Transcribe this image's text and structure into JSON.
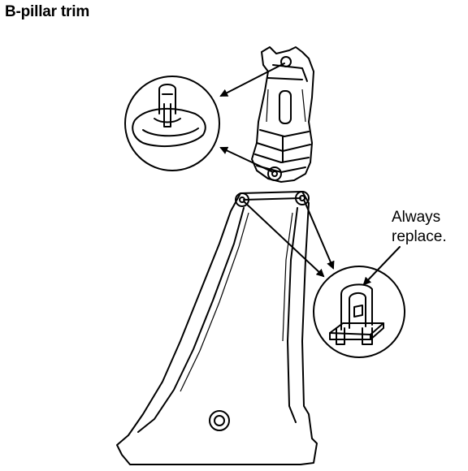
{
  "title": "B-pillar trim",
  "callout": {
    "line1": "Always",
    "line2": "replace."
  }
}
